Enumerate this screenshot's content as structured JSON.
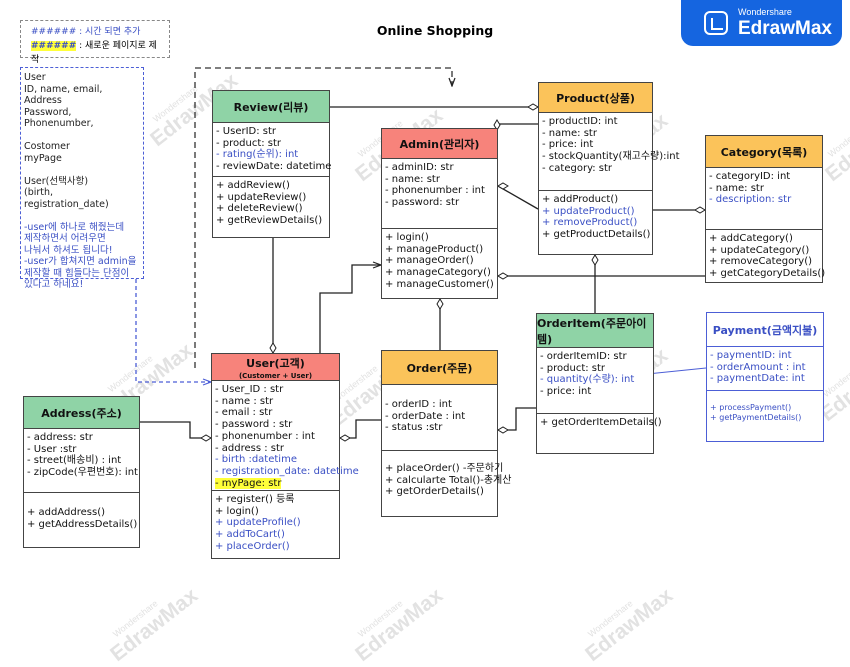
{
  "title": "Online Shopping",
  "logo": {
    "brand_small": "Wondershare",
    "brand_big": "EdrawMax"
  },
  "watermark": {
    "small": "Wondershare",
    "big": "EdrawMax"
  },
  "legend": {
    "line1": "###### : 시간 되면 추가",
    "line2": "######",
    "line2_rest": " : 새로운 페이지로 제작"
  },
  "note": {
    "lines": [
      "User",
      "ID, name, email, Address",
      "Password, Phonenumber,",
      "",
      "Costomer",
      "myPage",
      "",
      "User(선택사항)",
      "(birth, registration_date)",
      ""
    ],
    "blue_lines": [
      "-user에 하나로 해줬는데",
      "제작하면서 어려우면",
      "나눠서 하셔도 됩니다!",
      "-user가 합쳐지면 admin을",
      "제작할 때 힘들다는 단점이",
      "있다고 하네요!"
    ]
  },
  "classes": {
    "review": {
      "title": "Review(리뷰)",
      "attrs": [
        "- UserID: str",
        "- product: str",
        "- rating(순위): int",
        "- reviewDate: datetime"
      ],
      "methods": [
        "+ addReview()",
        "+ updateReview()",
        "+ deleteReview()",
        "+ getReviewDetails()"
      ]
    },
    "product": {
      "title": "Product(상품)",
      "attrs": [
        "- productID: int",
        "- name: str",
        "- price: int",
        "- stockQuantity(재고수량):int",
        "- category: str"
      ],
      "methods": [
        "+ addProduct()",
        "+ updateProduct()",
        "+ removeProduct()",
        "+ getProductDetails()"
      ]
    },
    "admin": {
      "title": "Admin(관리자)",
      "attrs": [
        "- adminID: str",
        "- name: str",
        "- phonenumber : int",
        "- password: str"
      ],
      "methods": [
        "+ login()",
        "+ manageProduct()",
        "+ manageOrder()",
        "+ manageCategory()",
        "+ manageCustomer()"
      ]
    },
    "category": {
      "title": "Category(목록)",
      "attrs": [
        "- categoryID: int",
        "- name: str",
        "- description: str"
      ],
      "methods": [
        "+ addCategory()",
        "+ updateCategory()",
        "+ removeCategory()",
        "+ getCategoryDetails()"
      ]
    },
    "orderitem": {
      "title": "OrderItem(주문아이템)",
      "attrs": [
        "- orderItemID: str",
        "- product: str",
        "- quantity(수량): int",
        "- price: int"
      ],
      "methods": [
        "+ getOrderItemDetails()"
      ]
    },
    "payment": {
      "title": "Payment(금액지불)",
      "attrs": [
        "- paymentID: int",
        "- orderAmount : int",
        "- paymentDate: int"
      ],
      "methods": [
        "+ processPayment()",
        "+ getPaymentDetails()"
      ]
    },
    "user": {
      "title": "User(고객)",
      "subtitle": "(Customer + User)",
      "attrs": [
        "- User_ID : str",
        "- name : str",
        "- email : str",
        "- password : str",
        "- phonenumber : int",
        "- address : str",
        "- birth :datetime",
        "- registration_date: datetime",
        "- myPage: str"
      ],
      "methods": [
        "+ register() 등록",
        "+ login()",
        "+ updateProfile()",
        "+ addToCart()",
        "+ placeOrder()"
      ]
    },
    "order": {
      "title": "Order(주문)",
      "attrs": [
        "- orderID : int",
        "- orderDate : int",
        "- status :str"
      ],
      "methods": [
        "+ placeOrder() -주문하기",
        "+ calcularte Total()-총계산",
        "+ getOrderDetails()"
      ]
    },
    "address": {
      "title": "Address(주소)",
      "attrs": [
        "- address: str",
        "- User :str",
        "- street(배송비) : int",
        "- zipCode(우편번호): int"
      ],
      "methods": [
        "+ addAddress()",
        "+ getAddressDetails()"
      ]
    }
  },
  "colors": {
    "green": "#8fd3a6",
    "orange": "#fbc35a",
    "red": "#f7837b",
    "blue_text": "#3a4fc4",
    "highlight": "#ffff3a",
    "brand": "#1565e0"
  }
}
